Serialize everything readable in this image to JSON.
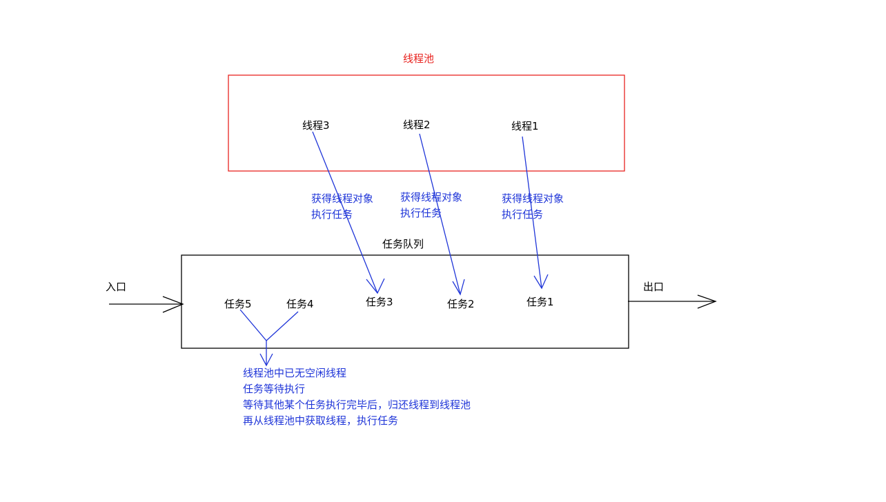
{
  "pool": {
    "title": "线程池",
    "threads": [
      "线程3",
      "线程2",
      "线程1"
    ]
  },
  "fetch_notes": [
    {
      "line1": "获得线程对象",
      "line2": "执行任务"
    },
    {
      "line1": "获得线程对象",
      "line2": "执行任务"
    },
    {
      "line1": "获得线程对象",
      "line2": "执行任务"
    }
  ],
  "queue": {
    "title": "任务队列",
    "tasks": [
      "任务5",
      "任务4",
      "任务3",
      "任务2",
      "任务1"
    ]
  },
  "entry_label": "入口",
  "exit_label": "出口",
  "wait_note": [
    "线程池中已无空闲线程",
    "任务等待执行",
    "等待其他某个任务执行完毕后，归还线程到线程池",
    "再从线程池中获取线程，执行任务"
  ],
  "colors": {
    "pool_border": "#e8231f",
    "pool_title": "#e8231f",
    "arrows": "#1f35d8",
    "queue_border": "#000000",
    "notes": "#1f35d8"
  }
}
